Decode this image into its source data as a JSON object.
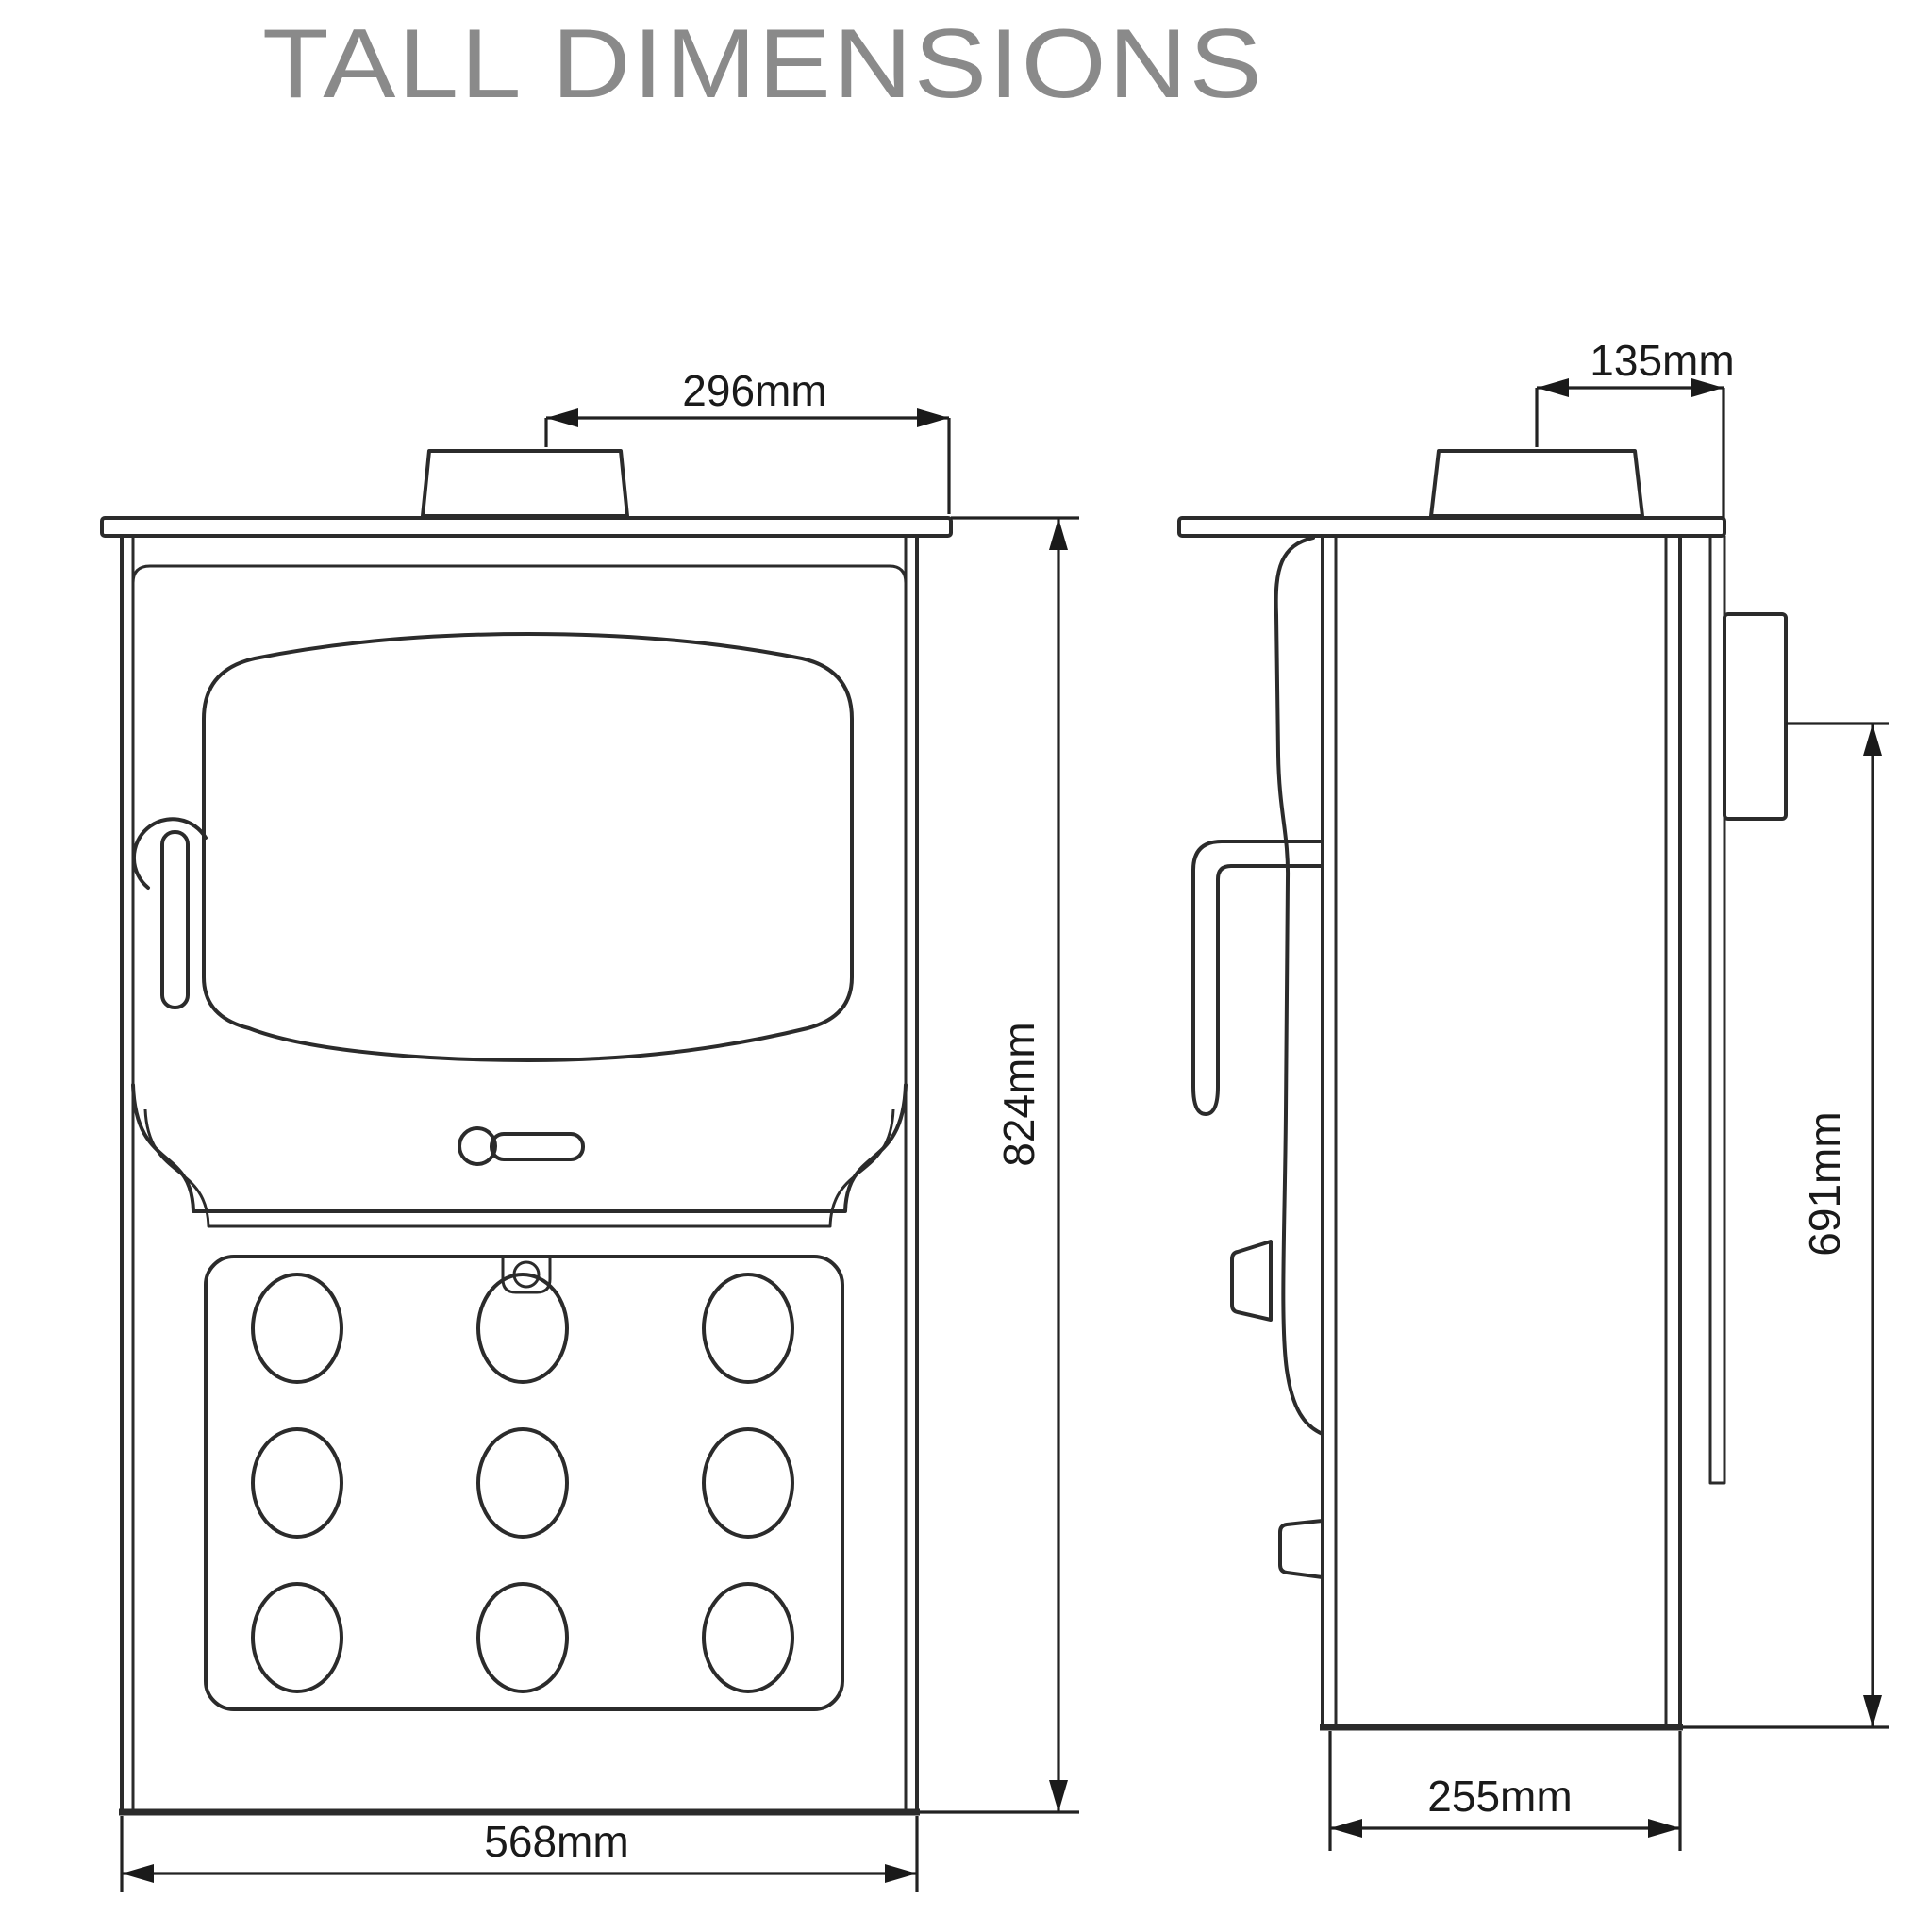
{
  "title": "TALL DIMENSIONS",
  "colors": {
    "background": "#ffffff",
    "line": "#2b2b2b",
    "title_text": "#8a8a8a",
    "dimension_text": "#1a1a1a"
  },
  "views": {
    "front": {
      "label": "front-view",
      "dimensions": {
        "flue_collar_width": "296mm",
        "overall_height": "824mm",
        "overall_width": "568mm"
      }
    },
    "side": {
      "label": "side-view",
      "dimensions": {
        "flue_centre_to_rear": "135mm",
        "floor_to_rear_flue_centre": "691mm",
        "overall_depth": "255mm"
      }
    }
  }
}
